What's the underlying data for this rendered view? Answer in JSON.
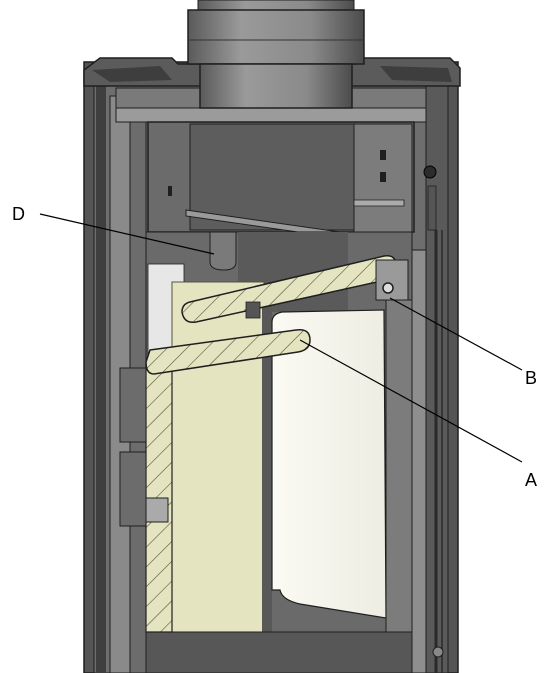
{
  "diagram": {
    "callouts": [
      {
        "id": "D",
        "label": "D"
      },
      {
        "id": "B",
        "label": "B"
      },
      {
        "id": "A",
        "label": "A"
      }
    ]
  },
  "colors": {
    "dark_metal": "#4a4a4a",
    "mid_metal": "#8c8c8c",
    "light_metal": "#bdbdbd",
    "outline": "#1f1f1f",
    "insulation": "#e4e4c1",
    "insulation_line": "#55553a",
    "firebox_light": "#f3f2ea",
    "background": "#ffffff"
  }
}
